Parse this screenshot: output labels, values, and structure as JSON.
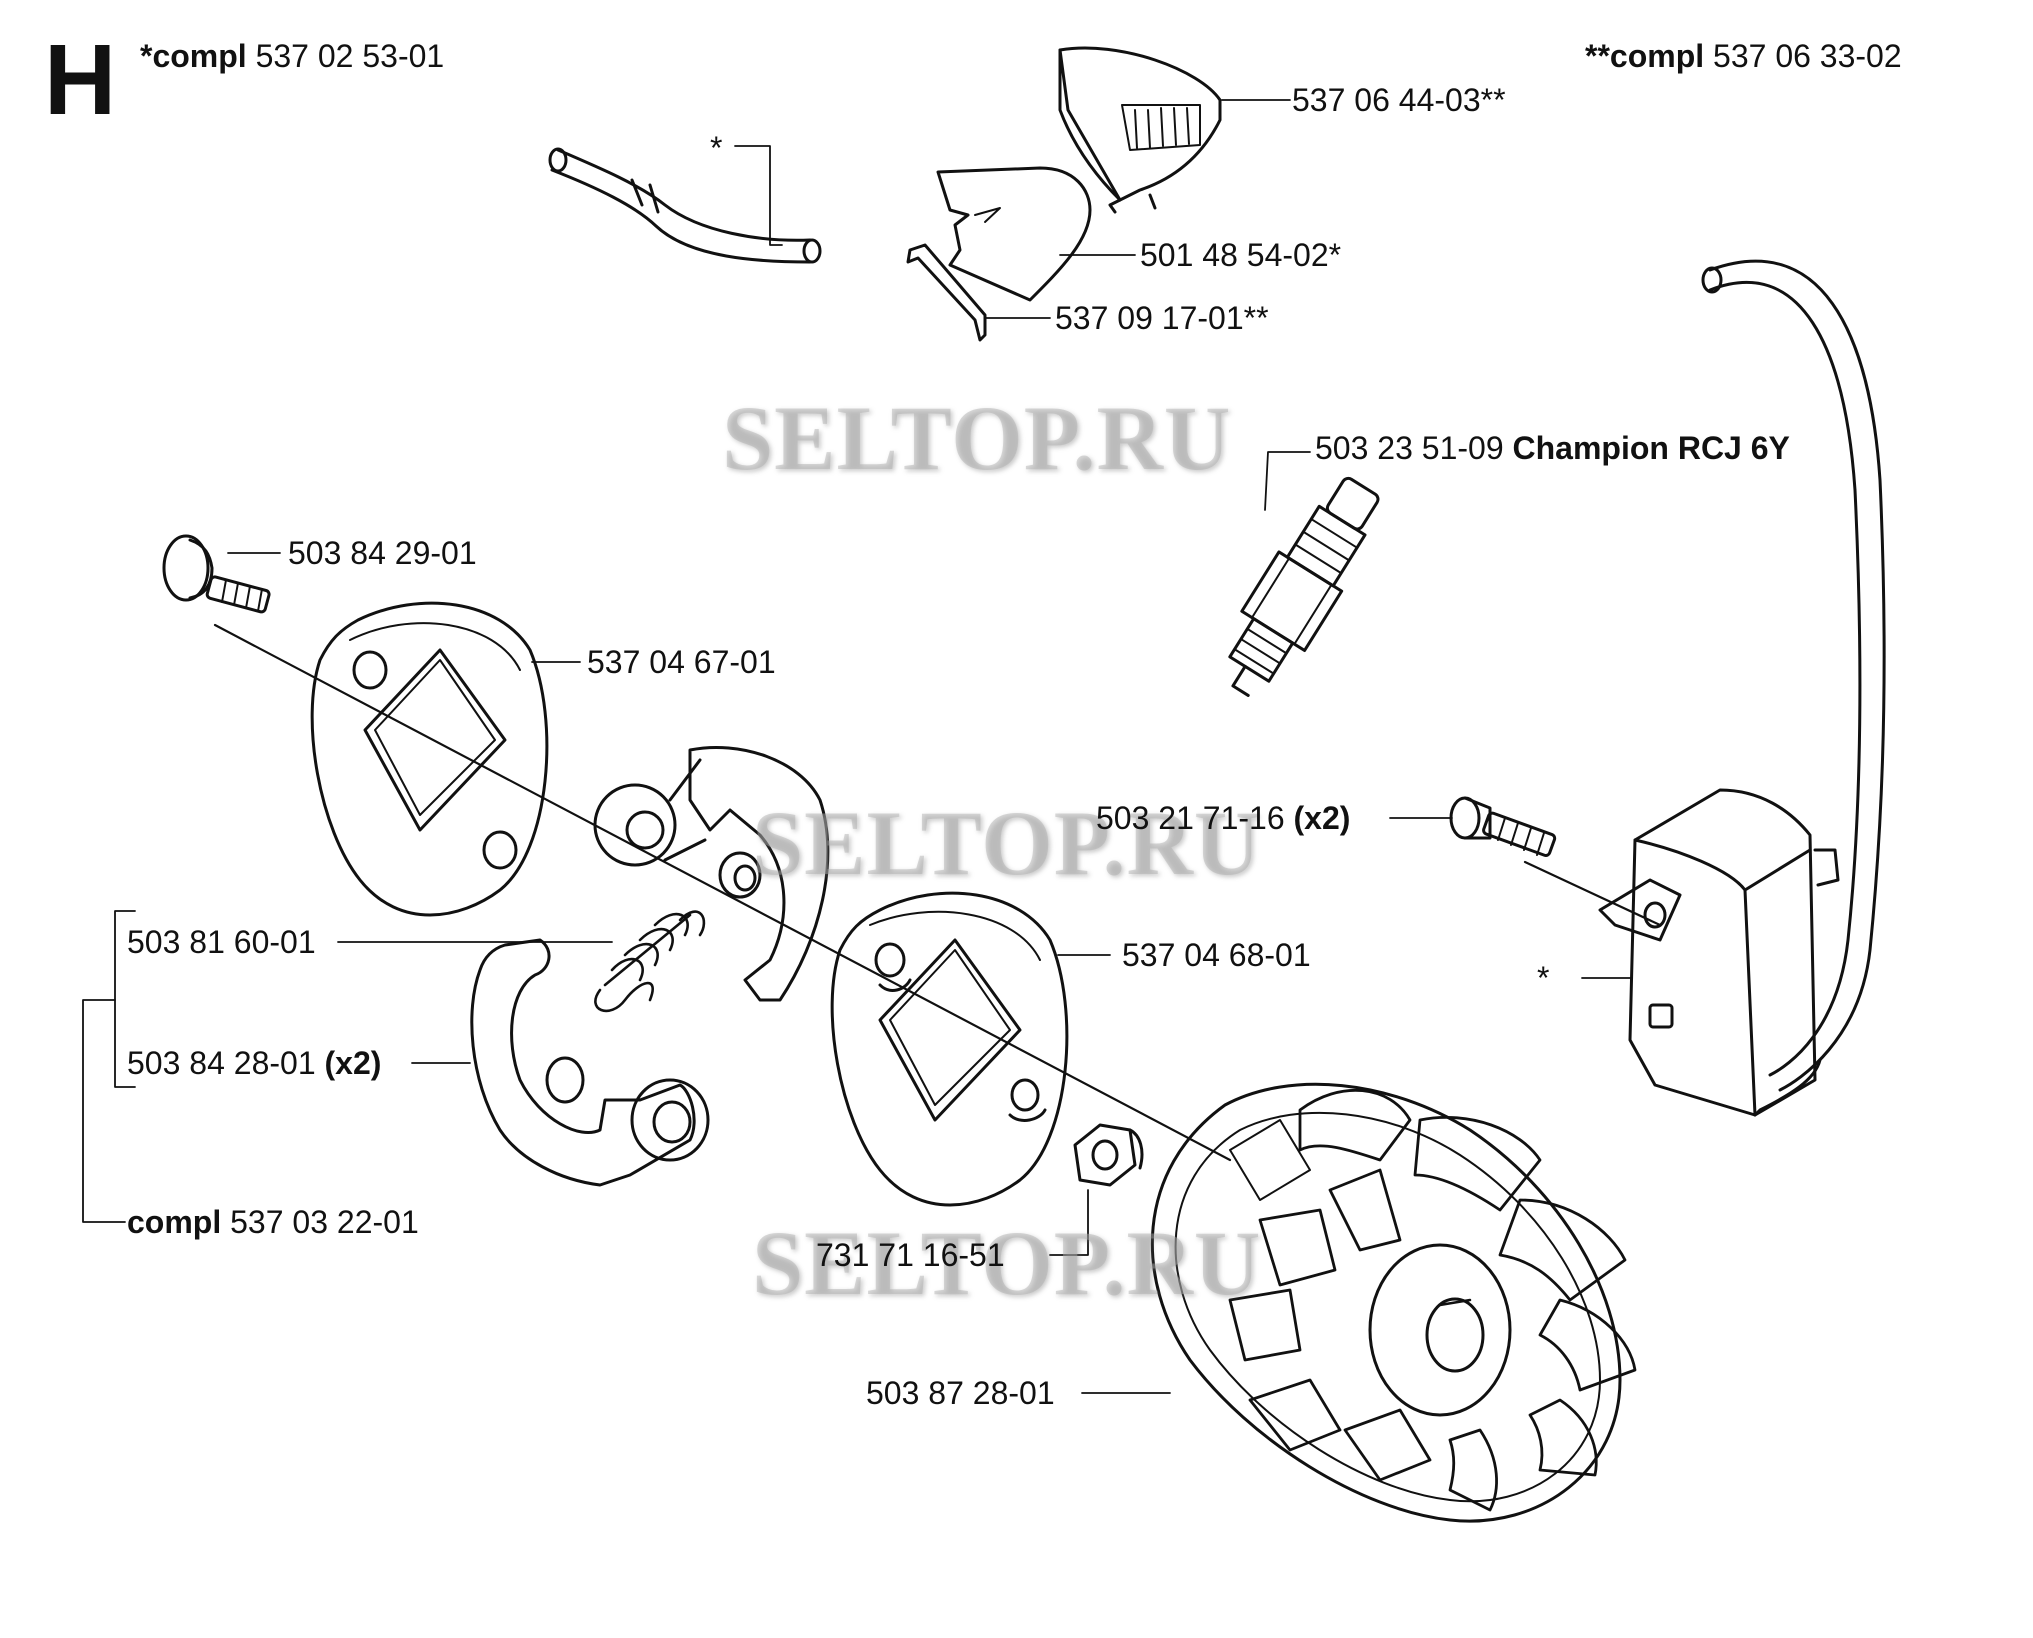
{
  "section": "H",
  "kit_notes": {
    "left": {
      "prefix": "*compl",
      "number": "537 02 53-01"
    },
    "right": {
      "prefix": "**compl",
      "number": "537 06 33-02"
    }
  },
  "labels": {
    "fuel_hose_star": "*",
    "cover": "537 06 44-03**",
    "air_deflector": "501 48 54-02*",
    "clip": "537 09 17-01**",
    "spark_plug_number": "503 23 51-09",
    "spark_plug_name": "Champion RCJ 6Y",
    "shoulder_screw": "503 84 29-01",
    "washer_plate_top": "537 04 67-01",
    "ignition_screw_number": "503 21 71-16",
    "ignition_screw_qty": "(x2)",
    "spring": "503 81 60-01",
    "shoe_number": "503 84 28-01",
    "shoe_qty": "(x2)",
    "clutch_prefix": "compl",
    "clutch_number": "537 03 22-01",
    "washer_plate_bottom": "537 04 68-01",
    "module_star": "*",
    "nut": "731 71 16-51",
    "flywheel": "503 87 28-01"
  },
  "watermark": "SELTOP.RU"
}
